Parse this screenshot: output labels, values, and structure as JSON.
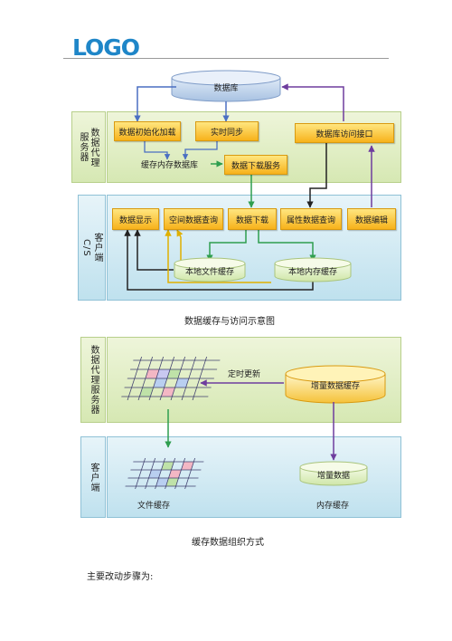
{
  "header": {
    "logo": "LOGO"
  },
  "figure1": {
    "database": "数据库",
    "agent_side": "服务器 数据代理",
    "agent_side_line1": "服务器",
    "agent_side_line2": "数据代理",
    "client_side": "C/S客户端",
    "client_side_line1": "C/S",
    "client_side_line2": "客户端",
    "init_load": "数据初始化加载",
    "realtime_sync": "实时同步",
    "db_access": "数据库访问接口",
    "mem_cache_db": "缓存内存数据库",
    "download_service": "数据下载服务",
    "data_display": "数据显示",
    "spatial_query": "空间数据查询",
    "data_download": "数据下载",
    "attr_query": "属性数据查询",
    "data_edit": "数据编辑",
    "local_file_cache": "本地文件缓存",
    "local_mem_cache": "本地内存缓存",
    "caption": "数据缓存与访问示意图"
  },
  "figure2": {
    "agent_side": "数据代理服务器",
    "client_side": "客户端",
    "timed_update": "定时更新",
    "incremental_cache": "增量数据缓存",
    "incremental_data": "增量数据",
    "file_cache": "文件缓存",
    "mem_cache": "内存缓存",
    "caption": "缓存数据组织方式"
  },
  "body_text": "主要改动步骤为:",
  "colors": {
    "logo": "#1f86c8",
    "box_orange": "#f7b21b",
    "band_green": "#d6e8b3",
    "band_blue": "#bfe1ee",
    "arrow_blue": "#4a6fc2",
    "arrow_green": "#2e9e4f",
    "arrow_purple": "#6e3d9e",
    "arrow_black": "#222222"
  }
}
